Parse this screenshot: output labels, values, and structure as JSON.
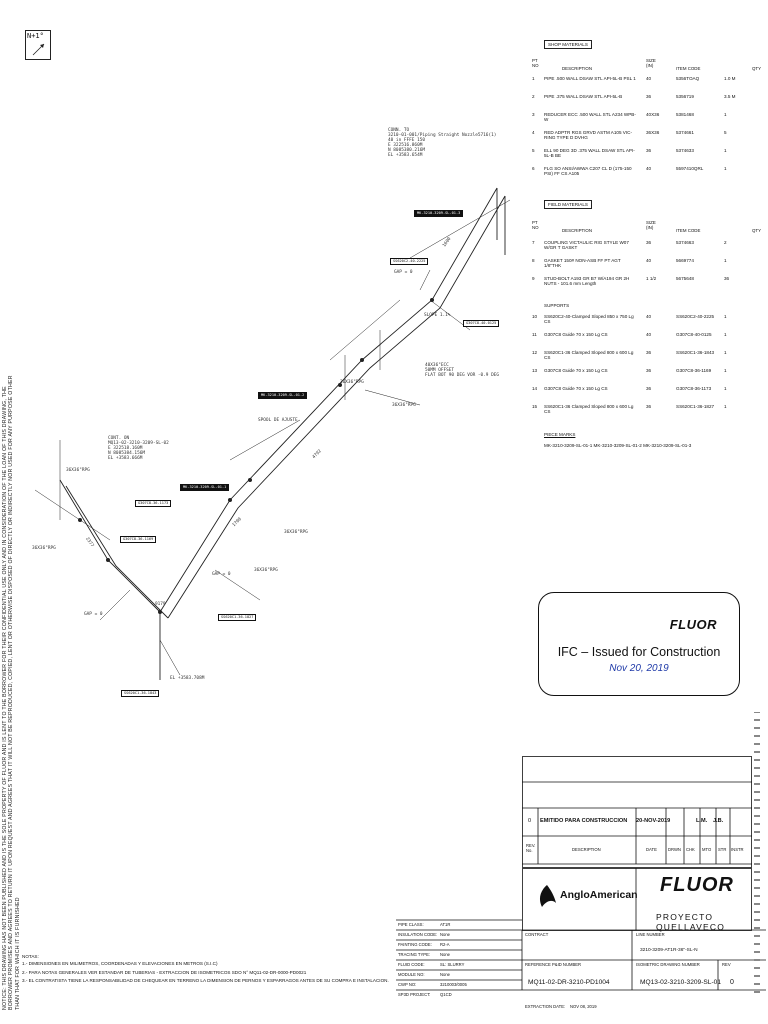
{
  "north_arrow": "N+1°",
  "notice": {
    "line1": "NOTICE: THIS DRAWING HAS NOT BEEN PUBLISHED AND IS THE SOLE PROPERTY OF FLUOR AND IS LENT TO THE BORROWER FOR THEIR CONFIDENTIAL USE ONLY AND IN CONSIDERATION OF THE LOAN OF THIS DRAWING, THE",
    "line2": "BORROWER PROMISES AND AGREES TO RETURN IT UPON REQUEST AND AGREES THAT IT WILL NOT BE REPRODUCED, COPIED, LENT OR OTHERWISE DISPOSED OF DIRECTLY OR INDIRECTLY NOR USED FOR ANY PURPOSE OTHER",
    "line3": "THAN THAT FOR WHICH IT IS FURNISHED"
  },
  "shop_materials": {
    "title": "SHOP MATERIALS",
    "headers": {
      "pt": "PT NO",
      "desc": "DESCRIPTION",
      "size": "SIZE (IN)",
      "code": "ITEM CODE",
      "qty": "QTY"
    },
    "rows": [
      {
        "pt": "1",
        "desc": "PIPE .500 WALL DSAW STL API-5L-B PSL 1",
        "size": "40",
        "code": "5356TOAQ",
        "qty": "1.0 M"
      },
      {
        "pt": "2",
        "desc": "PIPE .375 WALL DSAW STL API-5L-B",
        "size": "36",
        "code": "5356719",
        "qty": "3.5 M"
      },
      {
        "pt": "3",
        "desc": "REDUCER ECC .500 WALL STL A234 WPB-W",
        "size": "40X36",
        "code": "5381468",
        "qty": "1"
      },
      {
        "pt": "4",
        "desc": "RED ADPTR RGS GRVD ASTM A105 VIC-RING TYPE D DVHG",
        "size": "36X36",
        "code": "5374661",
        "qty": "5"
      },
      {
        "pt": "5",
        "desc": "ELL 90 DEG 3D .375 WALL DSAW STL API-5L-B BE",
        "size": "36",
        "code": "5374633",
        "qty": "1"
      },
      {
        "pt": "6",
        "desc": "FLG SO ANSI/AWWA C207 CL D (175-150 PSI) FF CS A105",
        "size": "40",
        "code": "5597410QRL",
        "qty": "1"
      }
    ]
  },
  "field_materials": {
    "title": "FIELD MATERIALS",
    "headers": {
      "pt": "PT NO",
      "desc": "DESCRIPTION",
      "size": "SIZE (IN)",
      "code": "ITEM CODE",
      "qty": "QTY"
    },
    "rows": [
      {
        "pt": "7",
        "desc": "COUPLING VICTAULIC RIG STYLE W07 W/GR T GASKT",
        "size": "36",
        "code": "5374663",
        "qty": "2"
      },
      {
        "pt": "8",
        "desc": "GASKET 150# NON-ASB FF PT AGT 1/8\"THK",
        "size": "40",
        "code": "5669774",
        "qty": "1"
      },
      {
        "pt": "9",
        "desc": "STUD-BOLT A193 GR B7 W/A194 GR 2H NUTS - 101.6 mm Length",
        "size": "1 1/2",
        "code": "5675648",
        "qty": "36"
      }
    ],
    "supports_title": "SUPPORTS",
    "supports": [
      {
        "pt": "10",
        "desc": "SS620C2-40-Clamped Sloped 850 x 750 Lg CS",
        "size": "40",
        "code": "SS620C2-40-2225",
        "qty": "1"
      },
      {
        "pt": "11",
        "desc": "G307C8 Guide 70 x 150 Lg CS",
        "size": "40",
        "code": "G307C8-40-0125",
        "qty": "1"
      },
      {
        "pt": "12",
        "desc": "SS620C1-36 Clamped Sloped 800 x 600 Lg CS",
        "size": "36",
        "code": "SS620C1-36-1843",
        "qty": "1"
      },
      {
        "pt": "13",
        "desc": "G307C8 Guide 70 x 150 Lg CS",
        "size": "36",
        "code": "G307C8-36-1169",
        "qty": "1"
      },
      {
        "pt": "14",
        "desc": "G307C8 Guide 70 x 150 Lg CS",
        "size": "36",
        "code": "G307C8-36-1173",
        "qty": "1"
      },
      {
        "pt": "15",
        "desc": "SS620C1-36 Clamped Sloped 800 x 600 Lg CS",
        "size": "36",
        "code": "SS620C1-36-1827",
        "qty": "1"
      }
    ],
    "piece_marks_title": "PIECE MARKS",
    "piece_marks": "MK-3210-3209-SL-01-1 MK-3210-3209-SL-01-2 MK-3210-3209-SL-01-3"
  },
  "stamp": {
    "logo": "FLUOR",
    "title": "IFC – Issued for Construction",
    "date": "Nov 20, 2019"
  },
  "revision": {
    "rev": "0",
    "description": "EMITIDO PARA CONSTRUCCION",
    "date": "20-NOV-2019",
    "drawn": "L.M.",
    "checked": "J.B.",
    "headers": {
      "rev": "REV. No.",
      "desc": "DESCRIPTION",
      "date": "DATE",
      "drwn": "DRWN",
      "chk": "CHK",
      "mto": "MTO",
      "str": "STR",
      "instr": "INSTR"
    }
  },
  "title_block": {
    "client_logo": "AngloAmerican",
    "company_logo": "FLUOR",
    "project": "PROYECTO QUELLAVECO",
    "fields": [
      {
        "label": "PIPE CLASS:",
        "value": "AT1R"
      },
      {
        "label": "INSULATION CODE:",
        "value": "None"
      },
      {
        "label": "PAINTING CODE:",
        "value": "R2-A"
      },
      {
        "label": "TRACING TYPE:",
        "value": "None"
      },
      {
        "label": "FLUID CODE:",
        "value": "SL: SLURRY"
      },
      {
        "label": "MODULE NO:",
        "value": "None"
      },
      {
        "label": "CWP NO:",
        "value": "3210003/0005"
      },
      {
        "label": "SP3D PROJECT:",
        "value": "Q1CD"
      }
    ],
    "contract_label": "CONTRACT",
    "line_number_label": "LINE NUMBER",
    "line_number": "3210-3209-AT1R-36\"-SL-N",
    "reference_label": "REFERENCE P&ID NUMBER",
    "reference": "MQ11-02-DR-3210-PD1004",
    "iso_label": "ISOMETRIC DRAWING NUMBER",
    "iso": "MQ13-02-3210-3209-SL-01",
    "rev_label": "REV",
    "rev": "0",
    "extraction_label": "EXTRACTION DATE:",
    "extraction": "NOV 08, 2019"
  },
  "notes": {
    "title": "NOTAS:",
    "items": [
      "1.- DIMENSIONES EN MILIMETROS, COORDENADAS Y ELEVACIONES EN METROS (S.I.C)",
      "2.- PARA NOTAS GENERALES VER ESTANDAR DE TUBERIAS - EXTRACCION DE ISOMETRICOS SDO N° MQ11-02-DR-0000-PD0021",
      "3.- EL CONTRATISTA TIENE LA RESPONSABILIDAD DE CHEQUEAR EN TERRENO LA DIMENSION DE PERNOS Y ESPARRAGOS ANTES DE SU COMPRA E INSTALACION."
    ]
  },
  "iso": {
    "conn_to": [
      "CONN. TO",
      "3210-01-001/Piping Straight Nozzle5716(1)",
      "40 in FFFE 150",
      "E 322516.860M",
      "N 8085380.216M",
      "EL +3583.654M"
    ],
    "conn_on": [
      "CONT. ON",
      "MQ13-02-3210-3209-SL-02",
      "E 322518.160M",
      "N 8085384.156M",
      "EL +3583.666M"
    ],
    "el_bottom": "EL +3583.708M",
    "spool_note": "SPOOL DE AJUSTE",
    "slope_note": "SLOPE 1.1%",
    "flat_note": [
      "40X36\"ECC",
      "50MM OFFSET",
      "FLAT BOT 90 DEG VOR -0.9 DEG"
    ],
    "gap_label": "GAP = 0",
    "tags_dark": [
      "MK-3210-3209-SL-01-3",
      "MK-3210-3209-SL-01-2",
      "MK-3210-3209-SL-01-1"
    ],
    "tags": [
      "SS620C2-40-2225",
      "G307C8-40-0125",
      "SS620C1-36-1843",
      "G307C8-36-1169",
      "G307C8-36-1173",
      "SS620C1-36-1827"
    ],
    "weld_labels": [
      "36X36\"RPG",
      "36X36\"RPG",
      "36X36\"RPG",
      "36X36\"RPG",
      "36X36\"RPG",
      "36X36\"RPG"
    ],
    "dims": [
      "1600",
      "4792",
      "2377",
      "1700",
      "9179"
    ]
  }
}
